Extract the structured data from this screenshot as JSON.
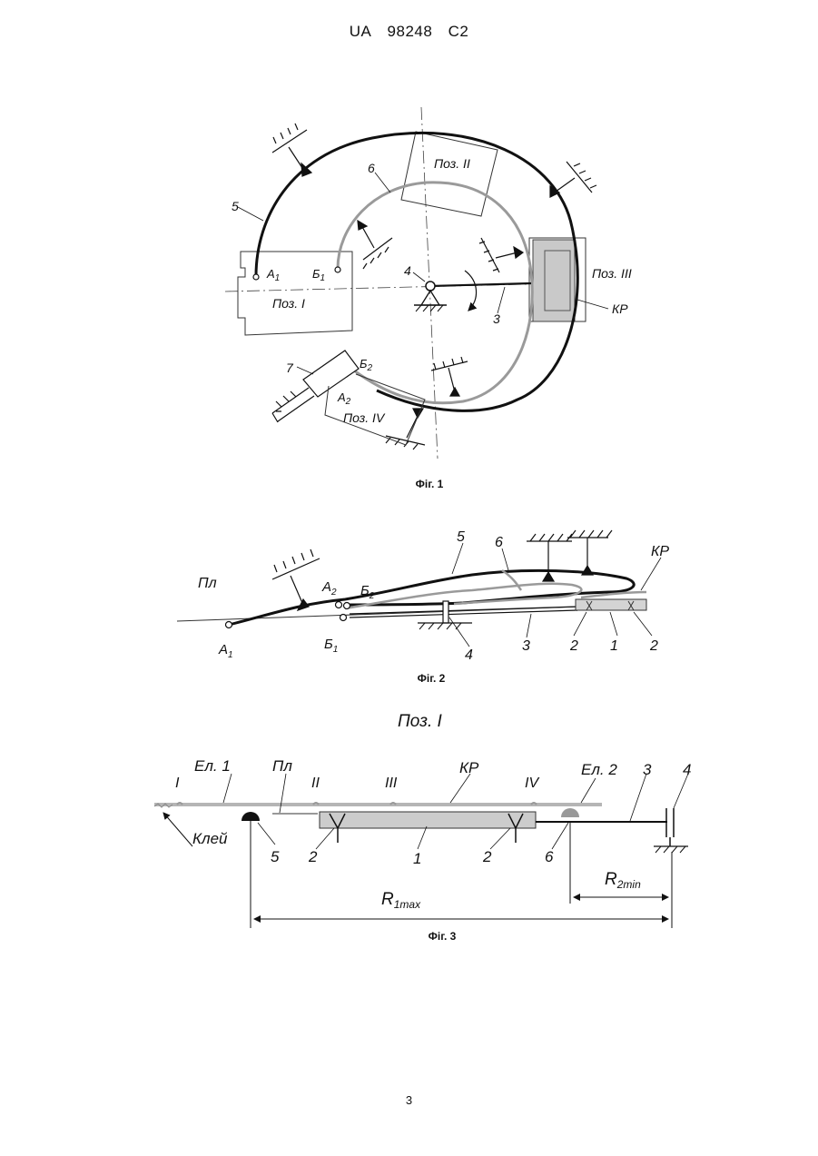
{
  "header": {
    "country": "UA",
    "number": "98248",
    "kind": "C2"
  },
  "figures": {
    "fig1": {
      "caption": "Фіг. 1",
      "labels": {
        "pos1": "Поз. I",
        "pos2": "Поз. II",
        "pos3": "Поз. III",
        "pos4": "Поз. IV",
        "n3": "3",
        "n4": "4",
        "n5": "5",
        "n6": "6",
        "n7": "7",
        "kp": "КР",
        "a1": "A",
        "a1_sub": "1",
        "b1": "Б",
        "b1_sub": "1",
        "a2": "A",
        "a2_sub": "2",
        "b2": "Б",
        "b2_sub": "2"
      }
    },
    "fig2": {
      "caption": "Фіг. 2",
      "labels": {
        "pl": "Пл",
        "n1": "1",
        "n2a": "2",
        "n2b": "2",
        "n3": "3",
        "n4": "4",
        "n5": "5",
        "n6": "6",
        "kp": "КР",
        "a1": "A",
        "a1_sub": "1",
        "b1": "Б",
        "b1_sub": "1",
        "a2": "A",
        "a2_sub": "2",
        "b2": "Б",
        "b2_sub": "2"
      }
    },
    "fig3": {
      "caption": "Фіг. 3",
      "title": "Поз. I",
      "labels": {
        "r1": "I",
        "r2": "II",
        "r3": "III",
        "r4": "IV",
        "el1": "Ел. 1",
        "el2": "Ел. 2",
        "pl": "Пл",
        "kp": "КР",
        "glue": "Клей",
        "n1": "1",
        "n2a": "2",
        "n2b": "2",
        "n3": "3",
        "n4": "4",
        "n5": "5",
        "n6": "6",
        "rmax": "R",
        "rmax_sub": "1max",
        "rmin": "R",
        "rmin_sub": "2min"
      }
    }
  },
  "page_number": "3"
}
